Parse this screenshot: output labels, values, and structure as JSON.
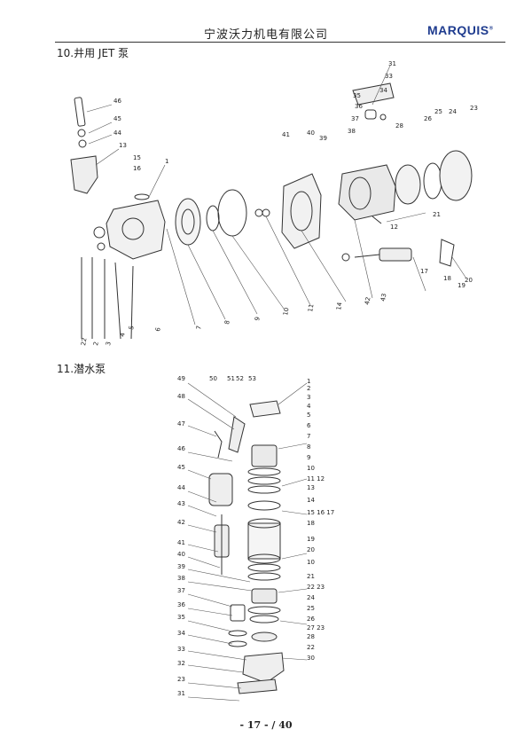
{
  "header": {
    "title": "宁波沃力机电有限公司",
    "logo_text": "MARQUIS"
  },
  "sections": [
    {
      "title": "10.井用 JET 泵"
    },
    {
      "title": "11.潜水泵"
    }
  ],
  "jet_labels": [
    "46",
    "45",
    "44",
    "13",
    "15",
    "16",
    "1",
    "41",
    "40",
    "39",
    "31",
    "33",
    "34",
    "35",
    "36",
    "37",
    "38",
    "26",
    "25",
    "24",
    "23",
    "28",
    "21",
    "12",
    "17",
    "18",
    "19",
    "20",
    "22",
    "2",
    "3",
    "4",
    "5",
    "6",
    "7",
    "8",
    "9",
    "10",
    "11",
    "14",
    "42",
    "43"
  ],
  "sub_left_labels": [
    "49",
    "48",
    "47",
    "46",
    "45",
    "44",
    "43",
    "42",
    "41",
    "40",
    "39",
    "38",
    "37",
    "36",
    "35",
    "34",
    "33",
    "32",
    "23",
    "31"
  ],
  "sub_top_labels": [
    "50",
    "51",
    "52",
    "53"
  ],
  "sub_right_labels": [
    "1",
    "2",
    "3",
    "4",
    "5",
    "6",
    "7",
    "8",
    "9",
    "10",
    "11 12",
    "13",
    "14",
    "15 16 17",
    "18",
    "19",
    "20",
    "10",
    "21",
    "22 23",
    "24",
    "25",
    "26",
    "27 23",
    "28",
    "22",
    "30"
  ],
  "footer": {
    "page": "- 17 - / 40"
  }
}
